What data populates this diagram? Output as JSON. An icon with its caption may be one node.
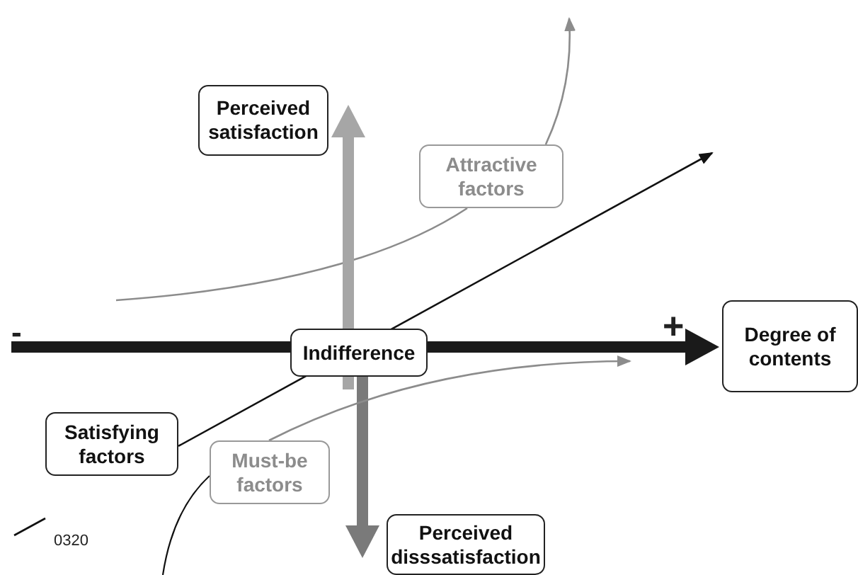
{
  "diagram": {
    "nodes": [
      {
        "text": [
          "Perceived satisfaction"
        ]
      },
      {
        "text": [
          "Attractive factors"
        ]
      },
      {
        "text": [
          "Indifference"
        ]
      },
      {
        "text": [
          "Degree of contents"
        ]
      },
      {
        "text": [
          "Satisfying factors"
        ]
      },
      {
        "text": [
          "Must-be factors"
        ]
      },
      {
        "text": [
          "Perceived disssatisfaction"
        ]
      }
    ],
    "edges": [
      {
        "from": 1,
        "to": null,
        "arrow": "to",
        "color": "#8c8c8c"
      },
      {
        "from": 4,
        "to": null,
        "arrow": "to",
        "color": "#111111"
      },
      {
        "from": 5,
        "to": null,
        "arrow": "to",
        "color": "#8c8c8c"
      }
    ],
    "labels": [
      "-",
      "+",
      "0320"
    ]
  }
}
